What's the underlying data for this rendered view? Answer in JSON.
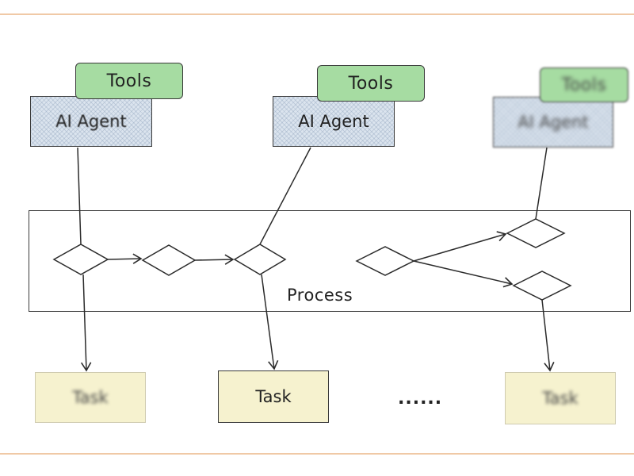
{
  "diagram": {
    "tools_labels": [
      "Tools",
      "Tools",
      "Tools"
    ],
    "agent_labels": [
      "AI Agent",
      "AI Agent",
      "AI Agent"
    ],
    "process_label": "Process",
    "task_labels": [
      "Task",
      "Task",
      "Task"
    ],
    "ellipsis": "......",
    "colors": {
      "tools_fill": "#a6dca2",
      "agent_fill": "#dbe4ee",
      "task_fill": "#f6f2cf",
      "frame_line": "#f0c9a6"
    }
  }
}
